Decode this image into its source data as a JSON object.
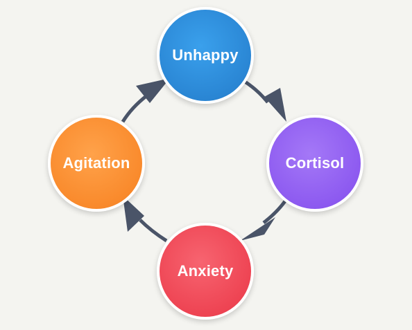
{
  "diagram": {
    "nodes": [
      {
        "id": "unhappy",
        "label": "Unhappy",
        "color": "#2a86d4"
      },
      {
        "id": "cortisol",
        "label": "Cortisol",
        "color": "#8d5af0"
      },
      {
        "id": "anxiety",
        "label": "Anxiety",
        "color": "#ee4453"
      },
      {
        "id": "agitation",
        "label": "Agitation",
        "color": "#f98a2c"
      }
    ],
    "edges": [
      {
        "from": "unhappy",
        "to": "cortisol"
      },
      {
        "from": "cortisol",
        "to": "anxiety"
      },
      {
        "from": "anxiety",
        "to": "agitation"
      },
      {
        "from": "agitation",
        "to": "unhappy"
      }
    ],
    "arrow_color": "#4a5468",
    "background": "#f4f4f0"
  }
}
